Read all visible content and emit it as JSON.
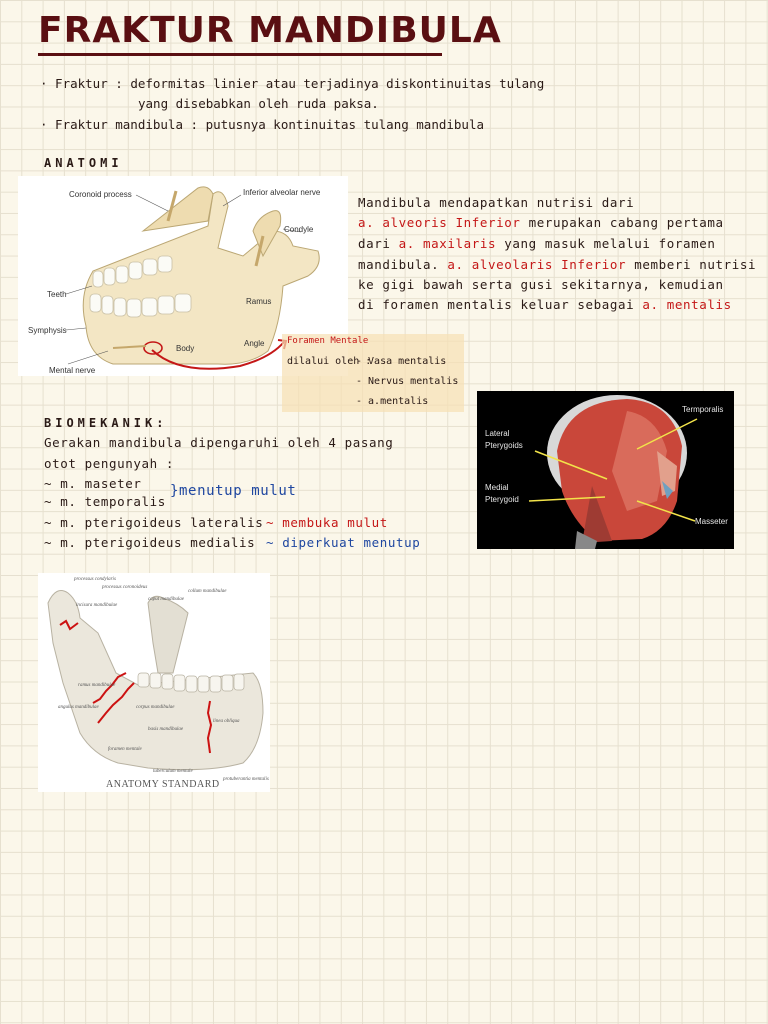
{
  "title": "FRAKTUR MANDIBULA",
  "definitions": {
    "line1_prefix": "· Fraktur : ",
    "line1_text": "deformitas linier atau terjadinya diskontinuitas tulang",
    "line2_text": "yang disebabkan oleh ruda paksa.",
    "line3": "· Fraktur mandibula : putusnya kontinuitas tulang mandibula"
  },
  "anatomy": {
    "heading": "ANATOMI",
    "figure_labels": {
      "coronoid": "Coronoid process",
      "inferior_alveolar": "Inferior alveolar nerve",
      "condyle": "Condyle",
      "teeth": "Teeth",
      "ramus": "Ramus",
      "symphysis": "Symphysis",
      "body": "Body",
      "angle": "Angle",
      "mental_nerve": "Mental nerve"
    },
    "foramen": {
      "title": "Foramen Mentale",
      "via": "dilalui oleh :",
      "items": [
        "- Vasa mentalis",
        "- Nervus mentalis",
        "- a.mentalis"
      ]
    },
    "paragraph": {
      "l1": "Mandibula mendapatkan nutrisi dari",
      "l2_red": "a. alveoris Inferior",
      "l2_rest": " merupakan cabang pertama",
      "l3_pre": "dari ",
      "l3_red": "a. maxilaris",
      "l3_rest": " yang masuk melalui foramen",
      "l4_pre": "mandibula. ",
      "l4_red": "a. alveolaris Inferior",
      "l4_rest": " memberi nutrisi",
      "l5": "ke gigi bawah serta gusi sekitarnya, kemudian",
      "l6_pre": "di foramen mentalis keluar sebagai ",
      "l6_red": "a. mentalis"
    }
  },
  "biomechanics": {
    "heading": "BIOMEKANIK:",
    "l1": "Gerakan mandibula dipengaruhi oleh 4 pasang",
    "l2": "otot pengunyah :",
    "m1": "~ m. maseter",
    "m2": "~ m. temporalis",
    "m3": "~ m. pterigoideus lateralis",
    "m4": "~ m. pterigoideus medialis",
    "brace_note": "}menutup mulut",
    "m3_note": "~ membuka mulut",
    "m4_note": "~ diperkuat menutup"
  },
  "muscle_figure": {
    "temporalis": "Termporalis",
    "lateral": "Lateral",
    "pterygoids": "Pterygoids",
    "medial": "Medial",
    "pterygoid": "Pterygoid",
    "masseter": "Masseter"
  },
  "bone_figure": {
    "caption": "ANATOMY STANDARD",
    "labels": {
      "proc_condylaris": "processus condylaris",
      "proc_coronoideus": "processus coronoideus",
      "caput": "caput mandibulae",
      "collum": "collum mandibulae",
      "incisura": "incisura mandibulae",
      "ramus": "ramus mandibulae",
      "angulus": "angulus mandibulae",
      "corpus": "corpus mandibulae",
      "basis": "basis mandibulae",
      "foramen": "foramen mentale",
      "tuberculum": "tuberculum mentale",
      "protuberantia": "protuberantia mentalis",
      "linea": "linea obliqua"
    }
  }
}
